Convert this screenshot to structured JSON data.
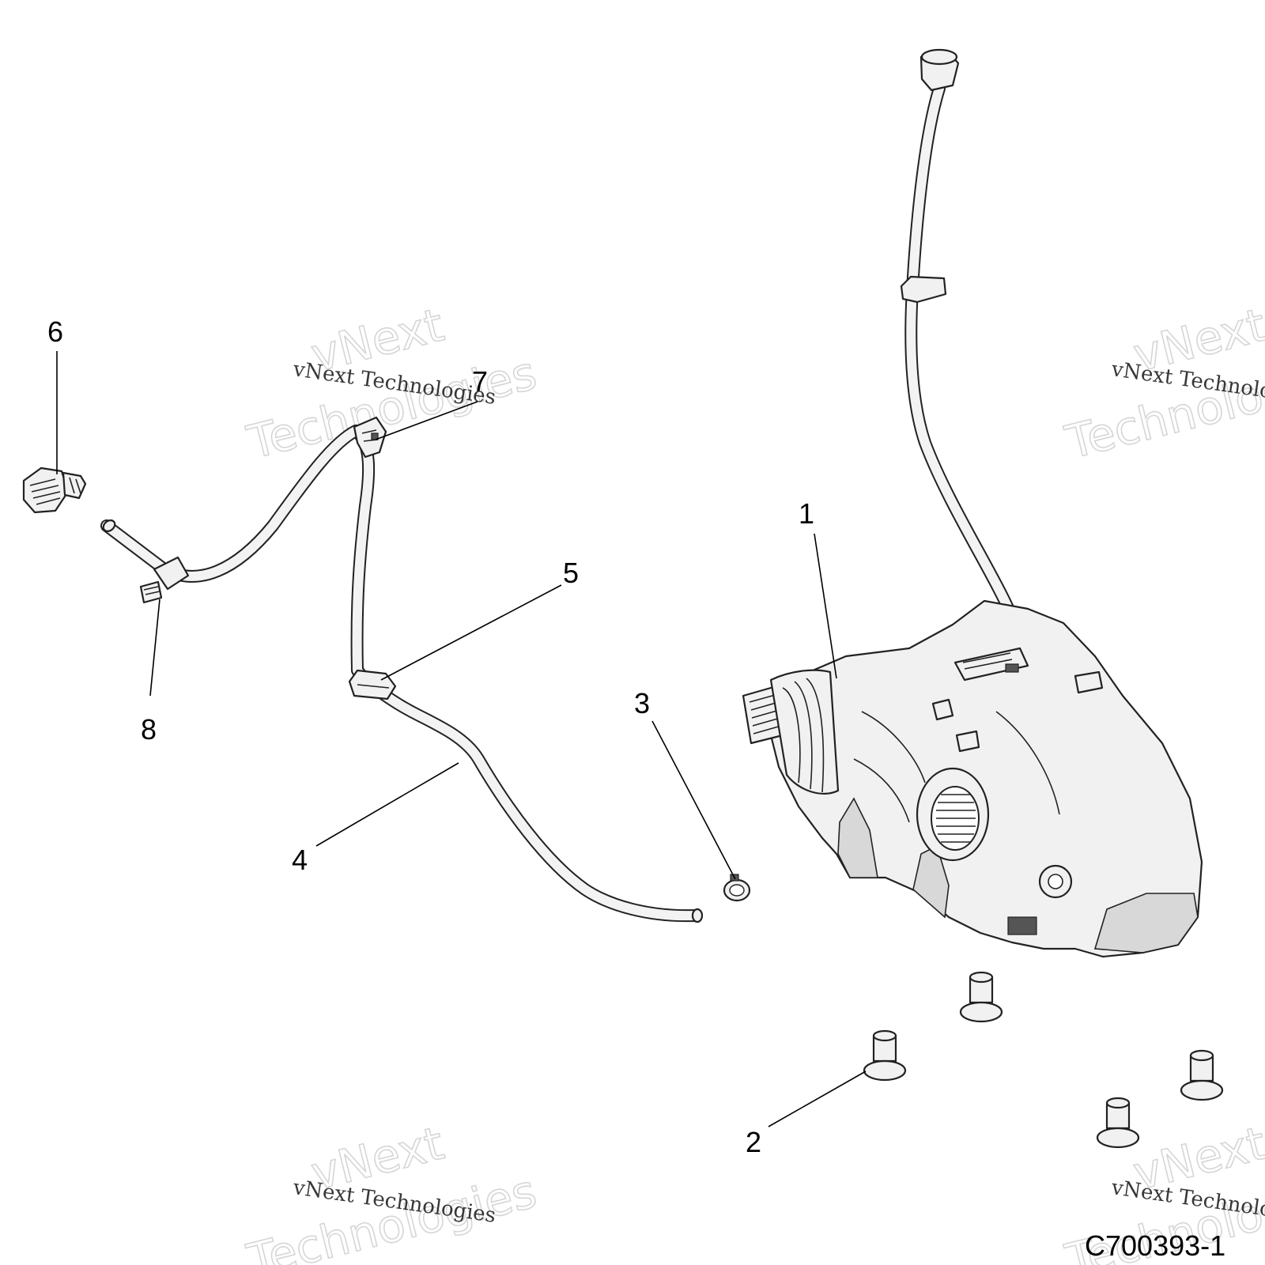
{
  "callouts": [
    {
      "id": "c1",
      "label": "1"
    },
    {
      "id": "c2",
      "label": "2"
    },
    {
      "id": "c3",
      "label": "3"
    },
    {
      "id": "c4",
      "label": "4"
    },
    {
      "id": "c5",
      "label": "5"
    },
    {
      "id": "c6",
      "label": "6"
    },
    {
      "id": "c7",
      "label": "7"
    },
    {
      "id": "c8",
      "label": "8"
    }
  ],
  "figure_id": "C700393-1",
  "watermark": {
    "brand_line1": "vNext",
    "brand_line2": "Technologies",
    "caption": "vNext Technologies"
  }
}
